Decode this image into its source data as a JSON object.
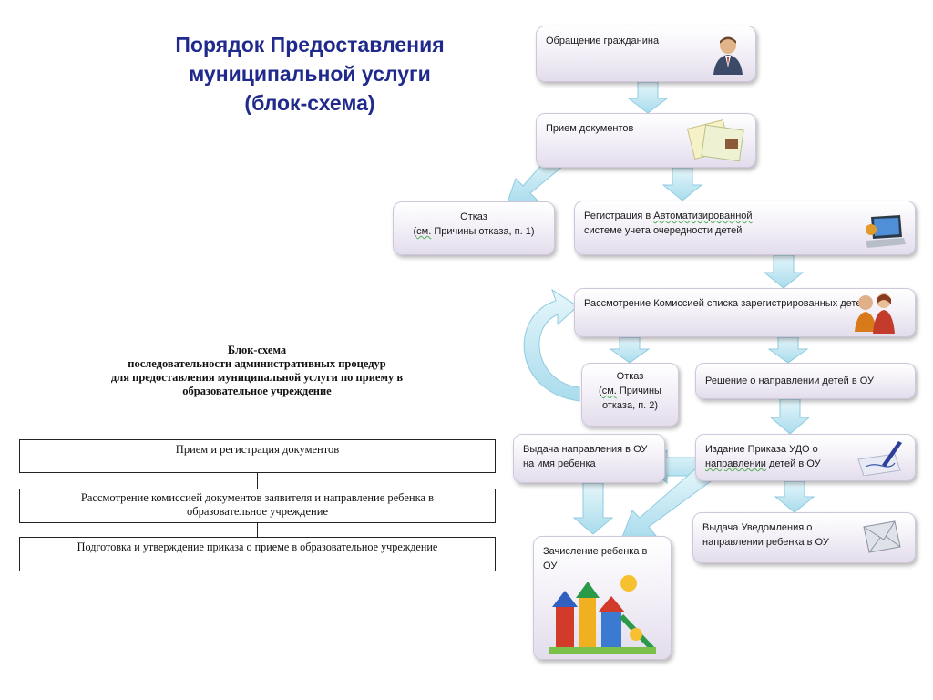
{
  "title": {
    "line1": "Порядок Предоставления",
    "line2": "муниципальной услуги",
    "line3": "(блок-схема)"
  },
  "flow": {
    "appeal": "Обращение гражданина",
    "receive": "Прием документов",
    "refusal1_line1": "Отказ",
    "refusal1_line2_pre": "(",
    "refusal1_line2_see": "см.",
    "refusal1_line2_post": " Причины отказа, п. 1)",
    "registration_line1_pre": "Регистрация в ",
    "registration_line1_auto": "Автоматизированной",
    "registration_line2": "системе учета очередности детей",
    "commission": "Рассмотрение Комиссией списка зарегистрированных детей",
    "refusal2_line1": "Отказ",
    "refusal2_line2_pre": "(",
    "refusal2_line2_see": "см.",
    "refusal2_line2_post": " Причины",
    "refusal2_line3": "отказа, п. 2)",
    "decision": "Решение о направлении детей в ОУ",
    "issue_line1": "Выдача направления в ОУ",
    "issue_line2": "на имя ребенка",
    "order_line1": "Издание Приказа УДО о",
    "order_line2_ul": "направлении",
    "order_line2_post": " детей в ОУ",
    "notice_line1": "Выдача Уведомления о",
    "notice_line2": "направлении ребенка в ОУ",
    "enroll_line1": "Зачисление ребенка в",
    "enroll_line2": "ОУ"
  },
  "scheme": {
    "caption_line1": "Блок-схема",
    "caption_line2": "последовательности административных процедур",
    "caption_line3": "для предоставления муниципальной услуги по приему в",
    "caption_line4": "образовательное учреждение",
    "step1": "Прием и регистрация документов",
    "step2_line1": "Рассмотрение комиссией документов заявителя и направление ребенка в",
    "step2_line2": "образовательное учреждение",
    "step3": "Подготовка и утверждение приказа о приеме в образовательное учреждение"
  },
  "colors": {
    "title": "#1f2a8c",
    "arrow_fill": "#bfe6f2",
    "arrow_stroke": "#8fcbe0",
    "box_border": "#cfc6dc"
  },
  "icons": [
    "person-icon",
    "documents-icon",
    "laptop-icon",
    "people-icon",
    "pen-icon",
    "envelope-icon",
    "playground-icon"
  ]
}
